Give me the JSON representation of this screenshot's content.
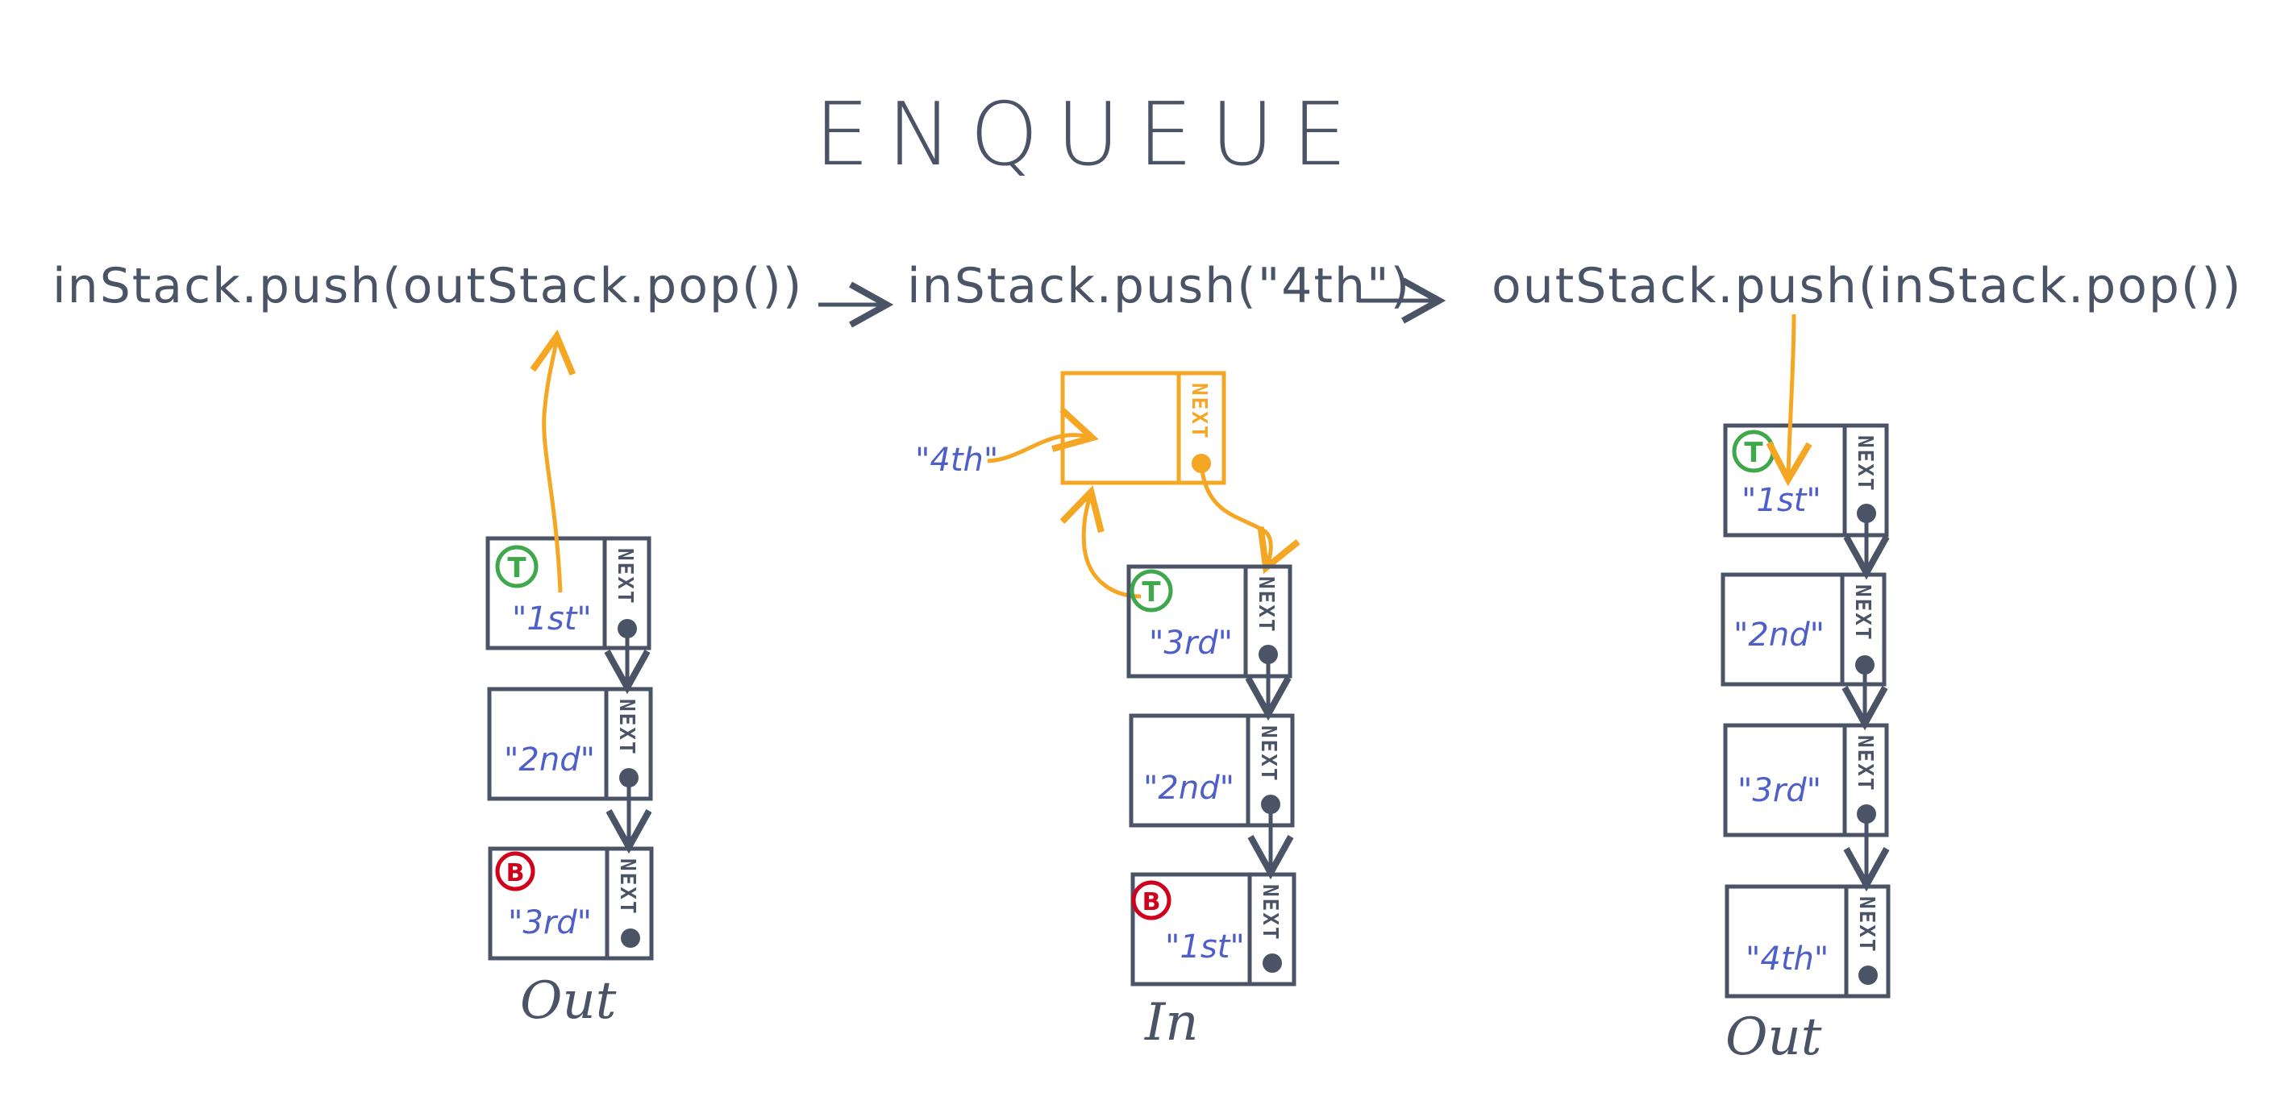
{
  "title": "ENQUEUE",
  "steps": [
    {
      "code": "inStack.push(outStack.pop())"
    },
    {
      "code": "inStack.push(\"4th\")"
    },
    {
      "code": "outStack.push(inStack.pop())"
    }
  ],
  "stacks": [
    {
      "label": "Out",
      "nodes": [
        {
          "value": "\"1st\"",
          "badge": "T"
        },
        {
          "value": "\"2nd\"",
          "badge": ""
        },
        {
          "value": "\"3rd\"",
          "badge": "B"
        }
      ]
    },
    {
      "label": "In",
      "nodes": [
        {
          "value": "\"3rd\"",
          "badge": "T"
        },
        {
          "value": "\"2nd\"",
          "badge": ""
        },
        {
          "value": "\"1st\"",
          "badge": "B"
        }
      ]
    },
    {
      "label": "Out",
      "nodes": [
        {
          "value": "\"1st\"",
          "badge": "T"
        },
        {
          "value": "\"2nd\"",
          "badge": ""
        },
        {
          "value": "\"3rd\"",
          "badge": ""
        },
        {
          "value": "\"4th\"",
          "badge": ""
        }
      ]
    }
  ],
  "new_node": {
    "value": "\"4th\"",
    "incoming_label": "\"4th\""
  },
  "next_label": "NEXT",
  "colors": {
    "ink": "#4b5366",
    "value": "#4f5fc8",
    "accent": "#f5a623",
    "top_badge": "#3ea84a",
    "bottom_badge": "#d0021b"
  }
}
